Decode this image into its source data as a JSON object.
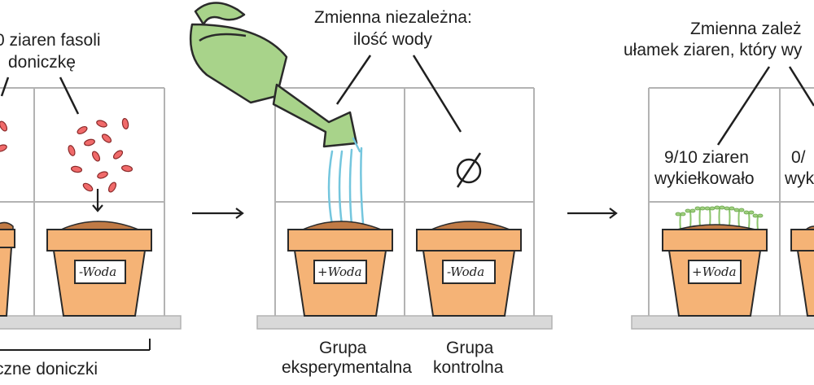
{
  "panel1": {
    "caption_line1": "0 ziaren fasoli",
    "caption_line2": "doniczkę",
    "bottom_caption": "czne doniczki",
    "pot_left_label": "",
    "pot_right_label": "-Woda"
  },
  "panel2": {
    "caption_line1": "Zmienna niezależna:",
    "caption_line2": "ilość wody",
    "pot_left_label": "+Woda",
    "pot_right_label": "-Woda",
    "null_symbol": "∅",
    "group_left_line1": "Grupa",
    "group_left_line2": "eksperymentalna",
    "group_right_line1": "Grupa",
    "group_right_line2": "kontrolna"
  },
  "panel3": {
    "caption_line1": "Zmienna zależ",
    "caption_line2": "ułamek ziaren, który wy",
    "result_left_line1": "9/10 ziaren",
    "result_left_line2": "wykiełkowało",
    "result_right_line1": "0/",
    "result_right_line2": "wyk",
    "pot_left_label": "+Woda"
  },
  "colors": {
    "pot": "#f5b376",
    "soil": "#c07a45",
    "bean": "#f06a6a",
    "water": "#74c6de",
    "watering_can": "#a8d38a",
    "sprout": "#8ac46b",
    "grid": "#b3b3b3",
    "shelf": "#d9d9d9"
  },
  "icons": {
    "watering_can": "watering-can-icon",
    "sprouts": "sprout-icon",
    "beans": "bean-icon",
    "null_set": "empty-set-icon"
  }
}
